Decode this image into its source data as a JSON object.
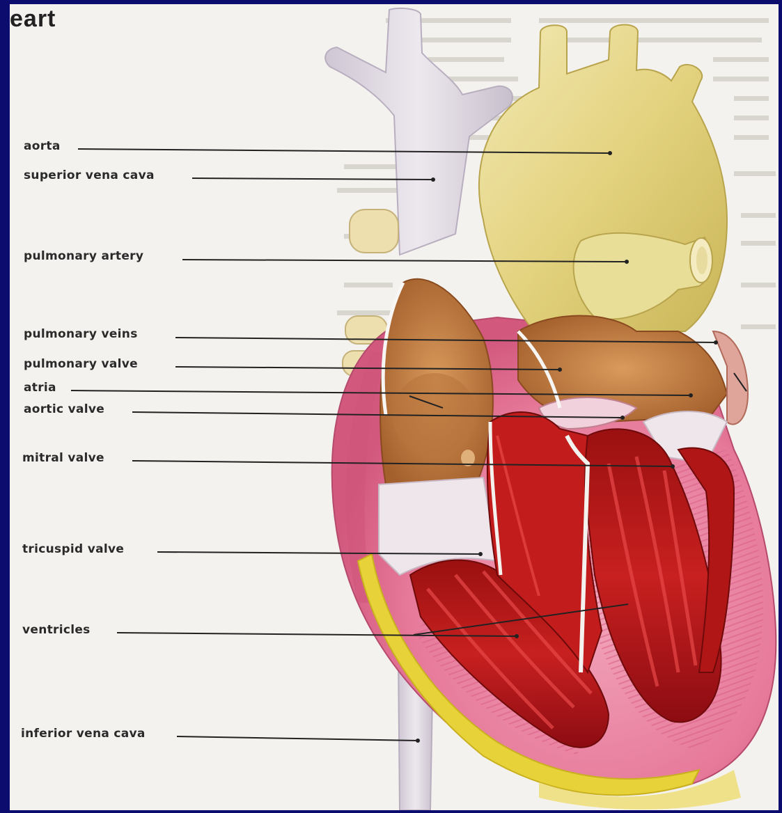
{
  "title": "eart",
  "labels": [
    {
      "key": "aorta",
      "text": "aorta"
    },
    {
      "key": "superior_vena_cava",
      "text": "superior vena cava"
    },
    {
      "key": "pulmonary_artery",
      "text": "pulmonary artery"
    },
    {
      "key": "pulmonary_veins",
      "text": "pulmonary veins"
    },
    {
      "key": "pulmonary_valve",
      "text": "pulmonary valve"
    },
    {
      "key": "atria",
      "text": "atria"
    },
    {
      "key": "aortic_valve",
      "text": "aortic valve"
    },
    {
      "key": "mitral_valve",
      "text": "mitral valve"
    },
    {
      "key": "tricuspid_valve",
      "text": "tricuspid valve"
    },
    {
      "key": "ventricles",
      "text": "ventricles"
    },
    {
      "key": "inferior_vena_cava",
      "text": "inferior vena cava"
    }
  ],
  "colors": {
    "slide_background": "#0c0c6e",
    "page": "#f4f2ee",
    "aorta": "#e6d98c",
    "vena_cava": "#ddd6e0",
    "myocardium": "#e87a9c",
    "chamber": "#b81818",
    "atrium": "#c8884a",
    "fat": "#e8d23a"
  }
}
